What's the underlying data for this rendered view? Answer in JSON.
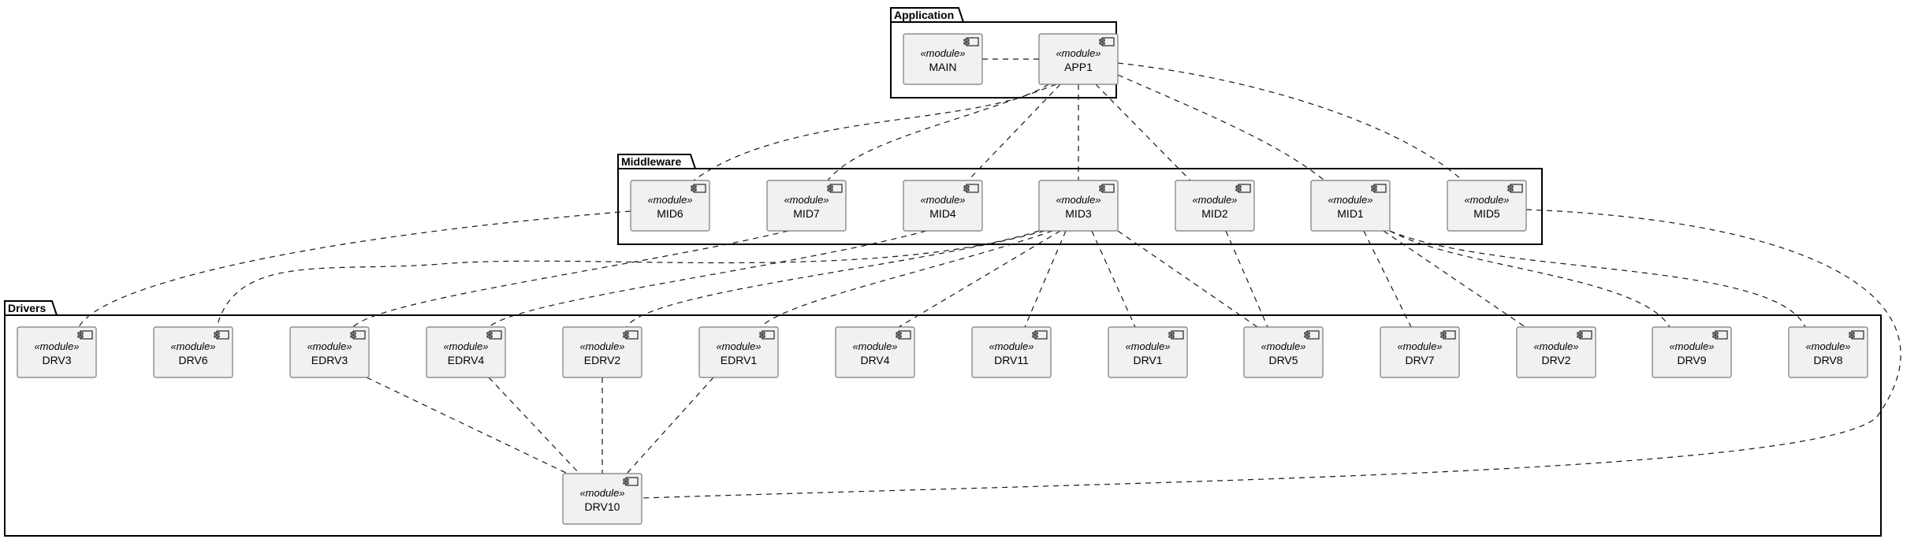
{
  "stereotype": "«module»",
  "packages": [
    {
      "id": "application",
      "label": "Application"
    },
    {
      "id": "middleware",
      "label": "Middleware"
    },
    {
      "id": "drivers",
      "label": "Drivers"
    }
  ],
  "modules": [
    {
      "id": "MAIN",
      "label": "MAIN",
      "package": "application"
    },
    {
      "id": "APP1",
      "label": "APP1",
      "package": "application"
    },
    {
      "id": "MID6",
      "label": "MID6",
      "package": "middleware"
    },
    {
      "id": "MID7",
      "label": "MID7",
      "package": "middleware"
    },
    {
      "id": "MID4",
      "label": "MID4",
      "package": "middleware"
    },
    {
      "id": "MID3",
      "label": "MID3",
      "package": "middleware"
    },
    {
      "id": "MID2",
      "label": "MID2",
      "package": "middleware"
    },
    {
      "id": "MID1",
      "label": "MID1",
      "package": "middleware"
    },
    {
      "id": "MID5",
      "label": "MID5",
      "package": "middleware"
    },
    {
      "id": "DRV3",
      "label": "DRV3",
      "package": "drivers"
    },
    {
      "id": "DRV6",
      "label": "DRV6",
      "package": "drivers"
    },
    {
      "id": "EDRV3",
      "label": "EDRV3",
      "package": "drivers"
    },
    {
      "id": "EDRV4",
      "label": "EDRV4",
      "package": "drivers"
    },
    {
      "id": "EDRV2",
      "label": "EDRV2",
      "package": "drivers"
    },
    {
      "id": "EDRV1",
      "label": "EDRV1",
      "package": "drivers"
    },
    {
      "id": "DRV4",
      "label": "DRV4",
      "package": "drivers"
    },
    {
      "id": "DRV11",
      "label": "DRV11",
      "package": "drivers"
    },
    {
      "id": "DRV1",
      "label": "DRV1",
      "package": "drivers"
    },
    {
      "id": "DRV5",
      "label": "DRV5",
      "package": "drivers"
    },
    {
      "id": "DRV7",
      "label": "DRV7",
      "package": "drivers"
    },
    {
      "id": "DRV2",
      "label": "DRV2",
      "package": "drivers"
    },
    {
      "id": "DRV9",
      "label": "DRV9",
      "package": "drivers"
    },
    {
      "id": "DRV8",
      "label": "DRV8",
      "package": "drivers"
    },
    {
      "id": "DRV10",
      "label": "DRV10",
      "package": "drivers"
    }
  ],
  "dependencies": [
    {
      "from": "MAIN",
      "to": "APP1"
    },
    {
      "from": "APP1",
      "to": "MID6"
    },
    {
      "from": "APP1",
      "to": "MID7"
    },
    {
      "from": "APP1",
      "to": "MID4"
    },
    {
      "from": "APP1",
      "to": "MID3"
    },
    {
      "from": "APP1",
      "to": "MID2"
    },
    {
      "from": "APP1",
      "to": "MID1"
    },
    {
      "from": "APP1",
      "to": "MID5"
    },
    {
      "from": "MID6",
      "to": "DRV3"
    },
    {
      "from": "MID7",
      "to": "EDRV3"
    },
    {
      "from": "MID4",
      "to": "EDRV4"
    },
    {
      "from": "MID3",
      "to": "DRV6"
    },
    {
      "from": "MID3",
      "to": "EDRV2"
    },
    {
      "from": "MID3",
      "to": "EDRV1"
    },
    {
      "from": "MID3",
      "to": "DRV4"
    },
    {
      "from": "MID3",
      "to": "DRV11"
    },
    {
      "from": "MID3",
      "to": "DRV1"
    },
    {
      "from": "MID3",
      "to": "DRV5"
    },
    {
      "from": "MID2",
      "to": "DRV5"
    },
    {
      "from": "MID1",
      "to": "DRV7"
    },
    {
      "from": "MID1",
      "to": "DRV2"
    },
    {
      "from": "MID1",
      "to": "DRV9"
    },
    {
      "from": "MID1",
      "to": "DRV8"
    },
    {
      "from": "MID5",
      "to": "DRV10"
    },
    {
      "from": "EDRV3",
      "to": "DRV10"
    },
    {
      "from": "EDRV4",
      "to": "DRV10"
    },
    {
      "from": "EDRV2",
      "to": "DRV10"
    },
    {
      "from": "EDRV1",
      "to": "DRV10"
    }
  ]
}
